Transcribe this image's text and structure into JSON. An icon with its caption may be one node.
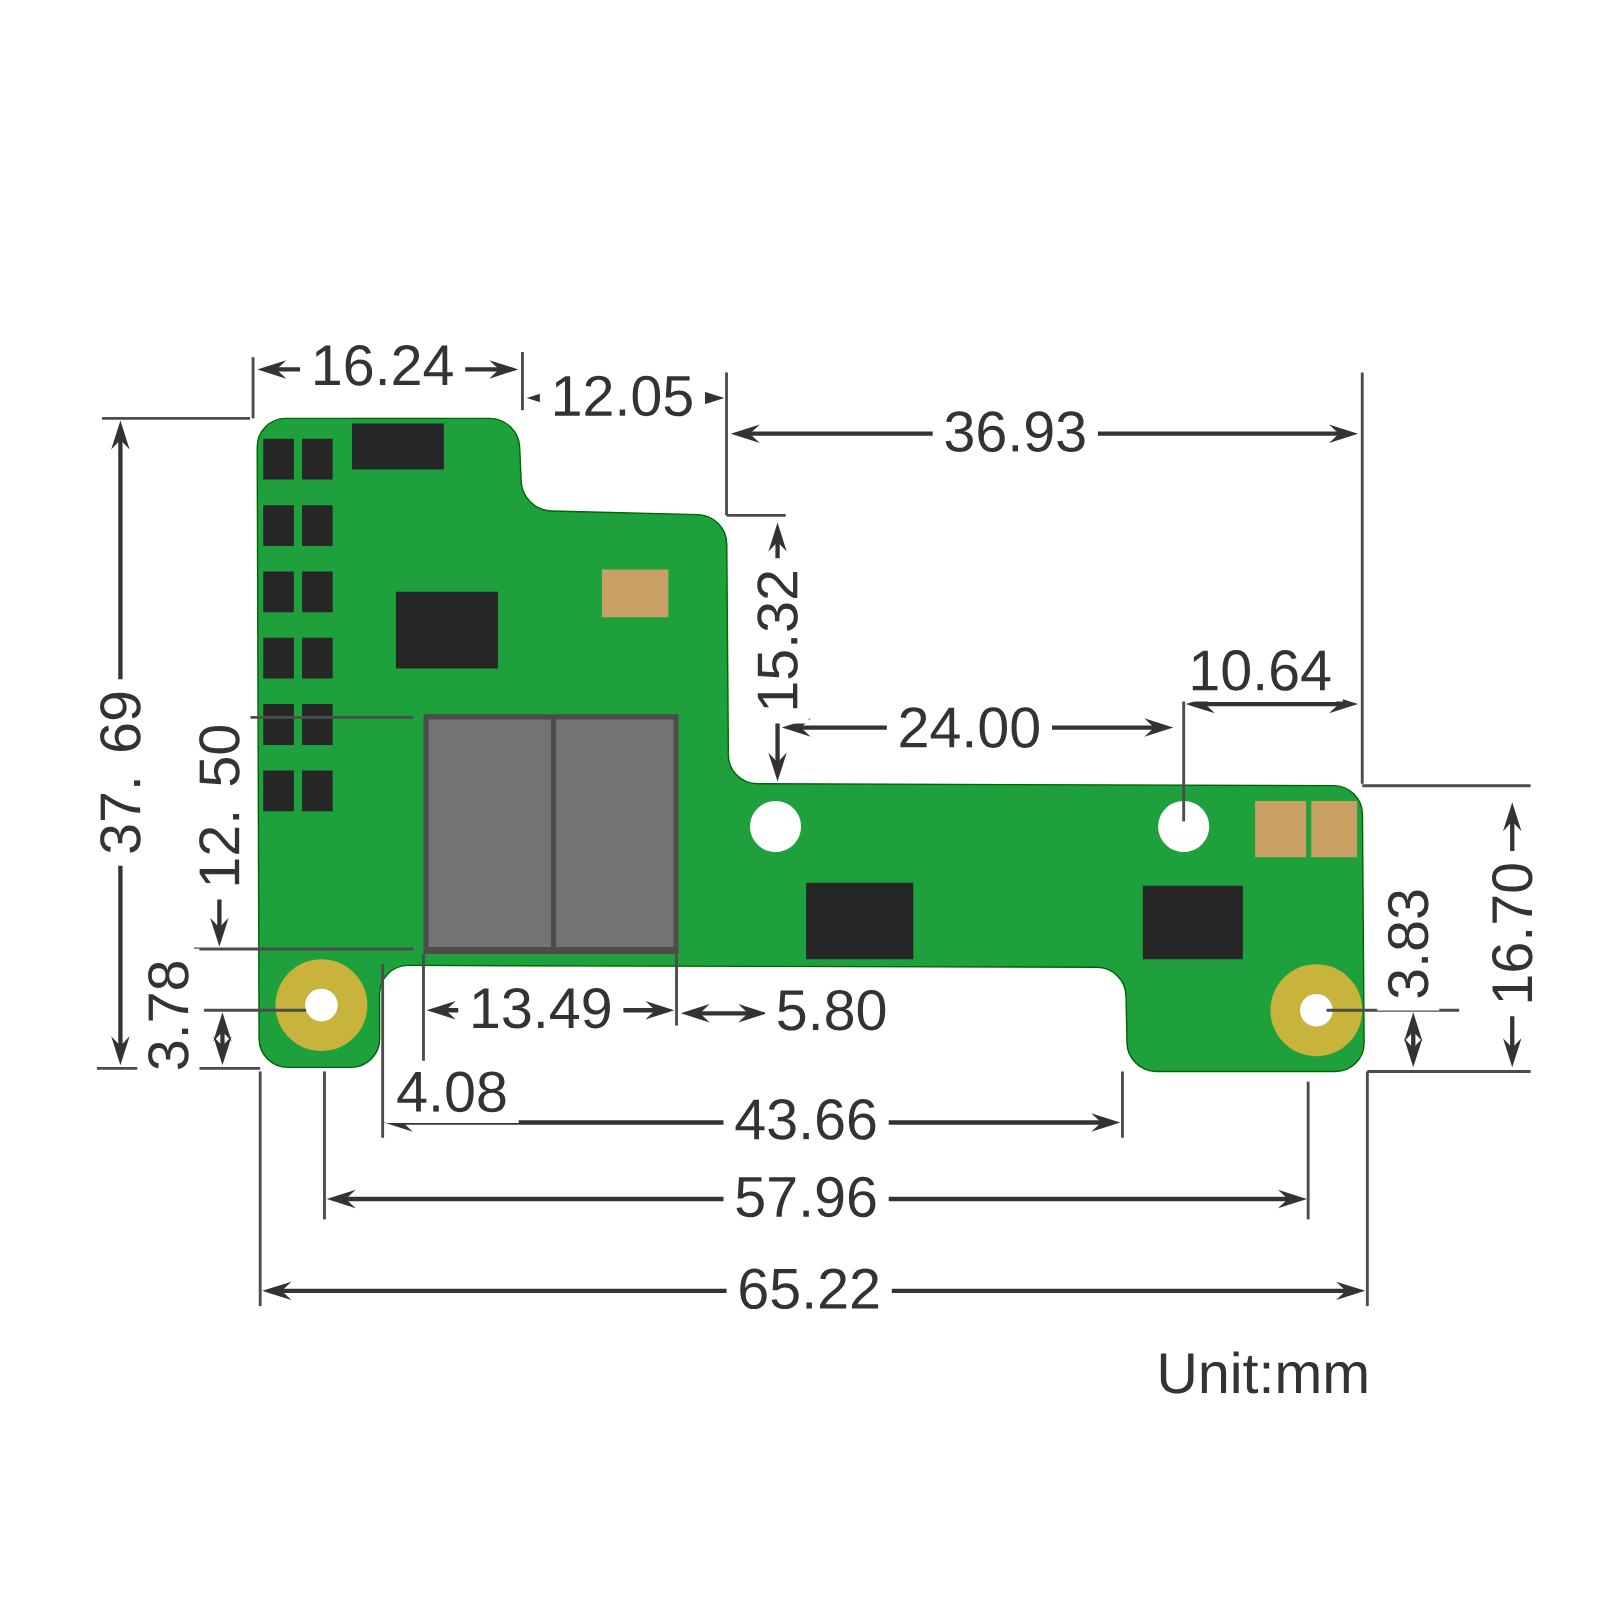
{
  "diagram": {
    "labels": [
      "16.24",
      "12.05",
      "36.93",
      "15.32",
      "10.64",
      "37. 69",
      "24.00",
      "12. 50",
      "16.70",
      "3.78",
      "3.83",
      "13.49",
      "5.80",
      "4.08",
      "43.66",
      "57.96",
      "65.22",
      "Unit:mm"
    ]
  }
}
